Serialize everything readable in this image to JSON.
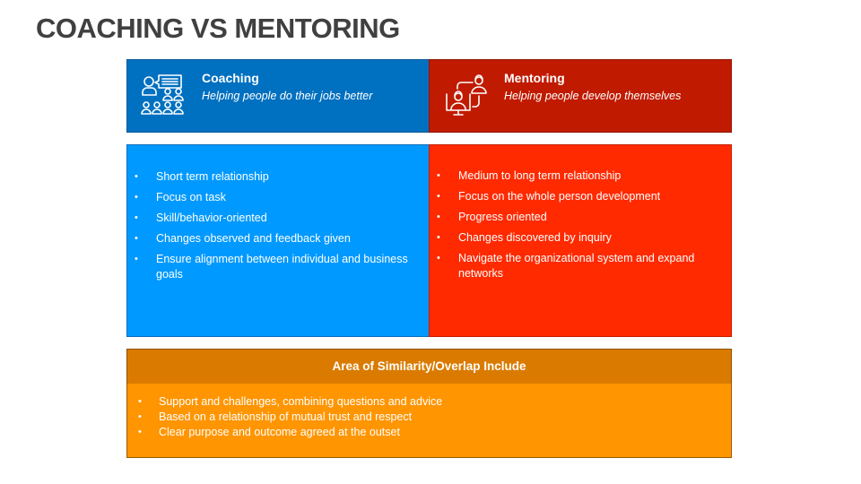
{
  "slide": {
    "title": "COACHING VS MENTORING"
  },
  "coaching": {
    "icon": "teacher-audience-icon",
    "title": "Coaching",
    "subtitle": "Helping people do their jobs better",
    "color_header": "#0070C0",
    "color_body": "#0099FF",
    "points": [
      "Short term relationship",
      "Focus on task",
      "Skill/behavior-oriented",
      "Changes observed and feedback given",
      "Ensure alignment between individual and business goals"
    ]
  },
  "mentoring": {
    "icon": "mentor-mentee-connection-icon",
    "title": "Mentoring",
    "subtitle": "Helping people develop themselves",
    "color_header": "#C01B00",
    "color_body": "#FF2A00",
    "points": [
      "Medium to long term relationship",
      "Focus on the whole person development",
      "Progress oriented",
      "Changes discovered by inquiry",
      "Navigate the organizational system and expand networks"
    ]
  },
  "similarity": {
    "title": "Area of Similarity/Overlap Include",
    "color_header": "#DA7B00",
    "color_body": "#FF9500",
    "points": [
      "Support and challenges, combining questions and advice",
      "Based on a relationship of mutual trust and respect",
      "Clear purpose and outcome agreed at the outset"
    ]
  }
}
